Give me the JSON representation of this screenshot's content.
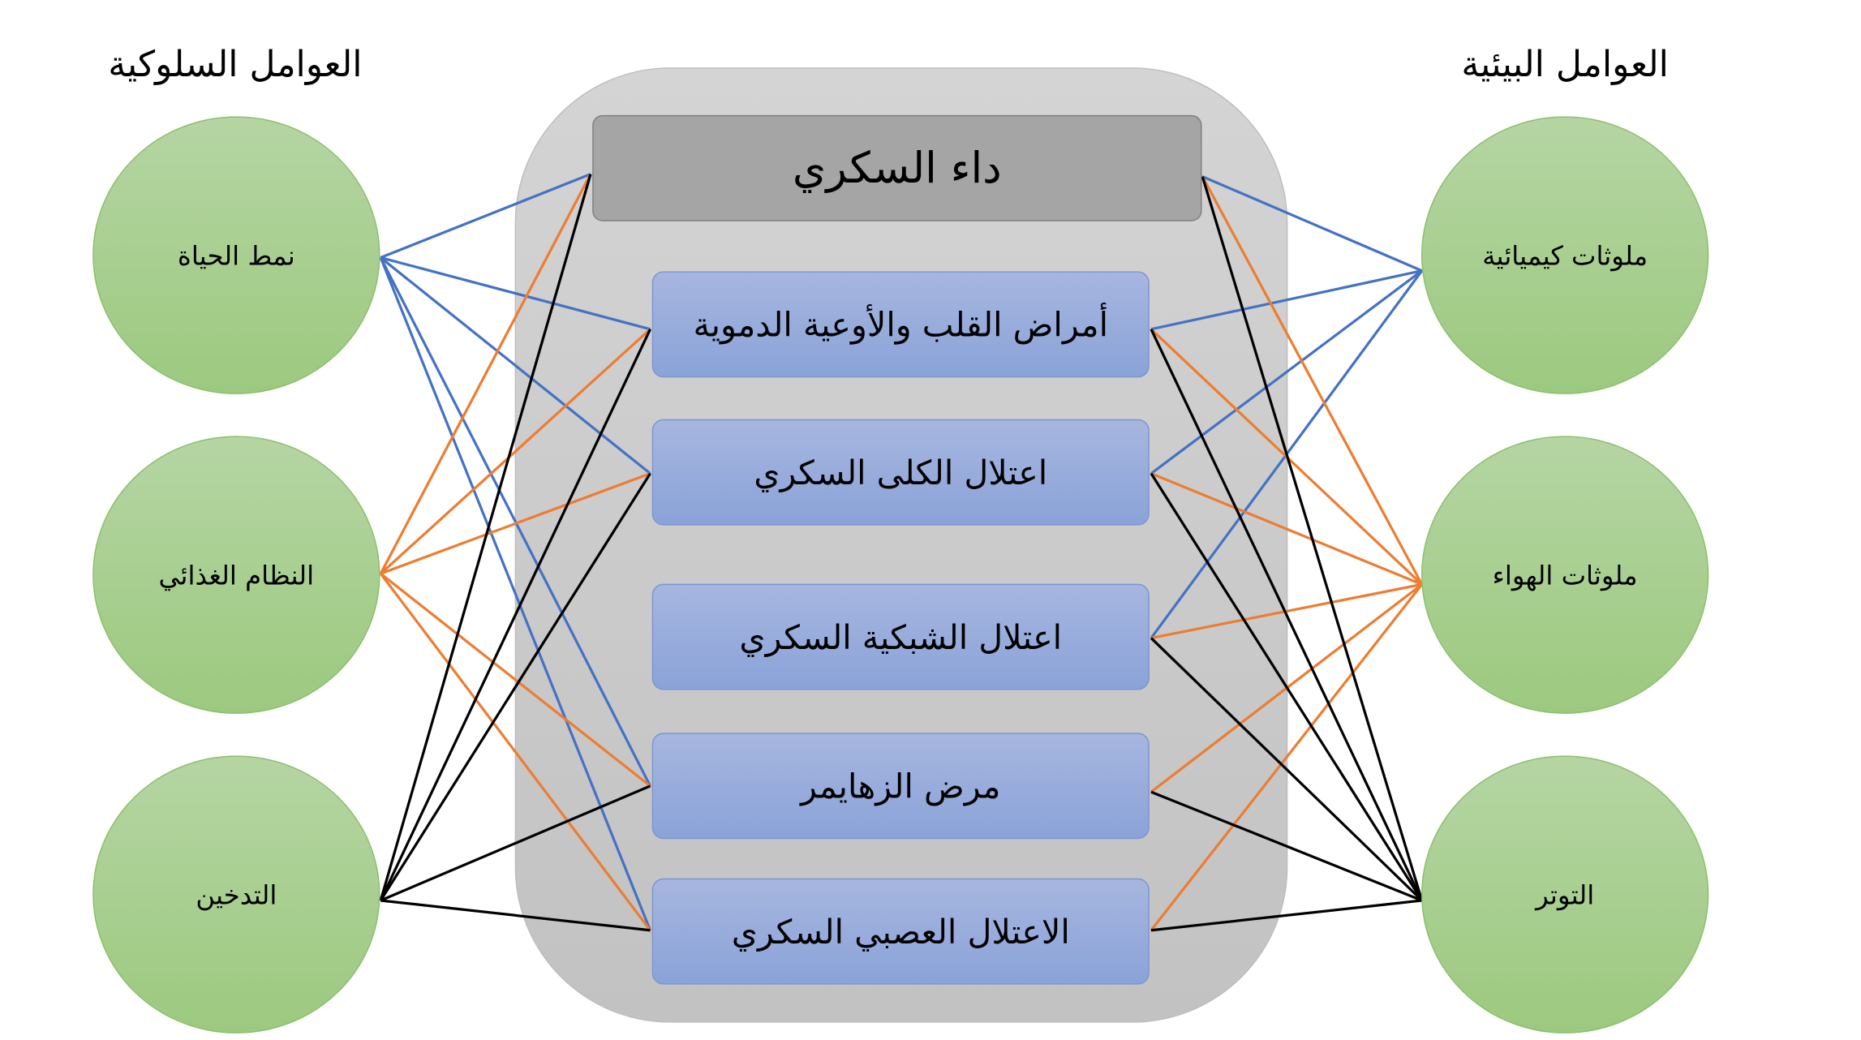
{
  "titles": {
    "behavioral": "العوامل السلوكية",
    "environmental": "العوامل البيئية"
  },
  "behavioral_factors": [
    "نمط الحياة",
    "النظام الغذائي",
    "التدخين"
  ],
  "environmental_factors": [
    "ملوثات كيميائية",
    "ملوثات الهواء",
    "التوتر"
  ],
  "center": {
    "main": "داء السكري",
    "complications": [
      "أمراض القلب والأوعية الدموية",
      "اعتلال الكلى السكري",
      "اعتلال الشبكية السكري",
      "مرض الزهايمر",
      "الاعتلال العصبي السكري"
    ]
  },
  "colors": {
    "blue": "#4472c4",
    "orange": "#ed7d31",
    "black": "#000000",
    "circle": "#a9d18e",
    "box": "#8faadc",
    "main_box": "#a5a5a5",
    "container": "#cfcfcf"
  },
  "edges": {
    "left": [
      {
        "from": 0,
        "color": "blue",
        "to": [
          "main",
          0,
          1,
          3,
          4
        ]
      },
      {
        "from": 1,
        "color": "orange",
        "to": [
          "main",
          0,
          1,
          3,
          4
        ]
      },
      {
        "from": 2,
        "color": "black",
        "to": [
          "main",
          0,
          1,
          3,
          4
        ]
      }
    ],
    "right": [
      {
        "from": 0,
        "color": "blue",
        "to": [
          "main",
          0,
          1,
          2
        ]
      },
      {
        "from": 1,
        "color": "orange",
        "to": [
          "main",
          0,
          1,
          2,
          3,
          4
        ]
      },
      {
        "from": 2,
        "color": "black",
        "to": [
          "main",
          0,
          1,
          2,
          3,
          4
        ]
      }
    ]
  }
}
